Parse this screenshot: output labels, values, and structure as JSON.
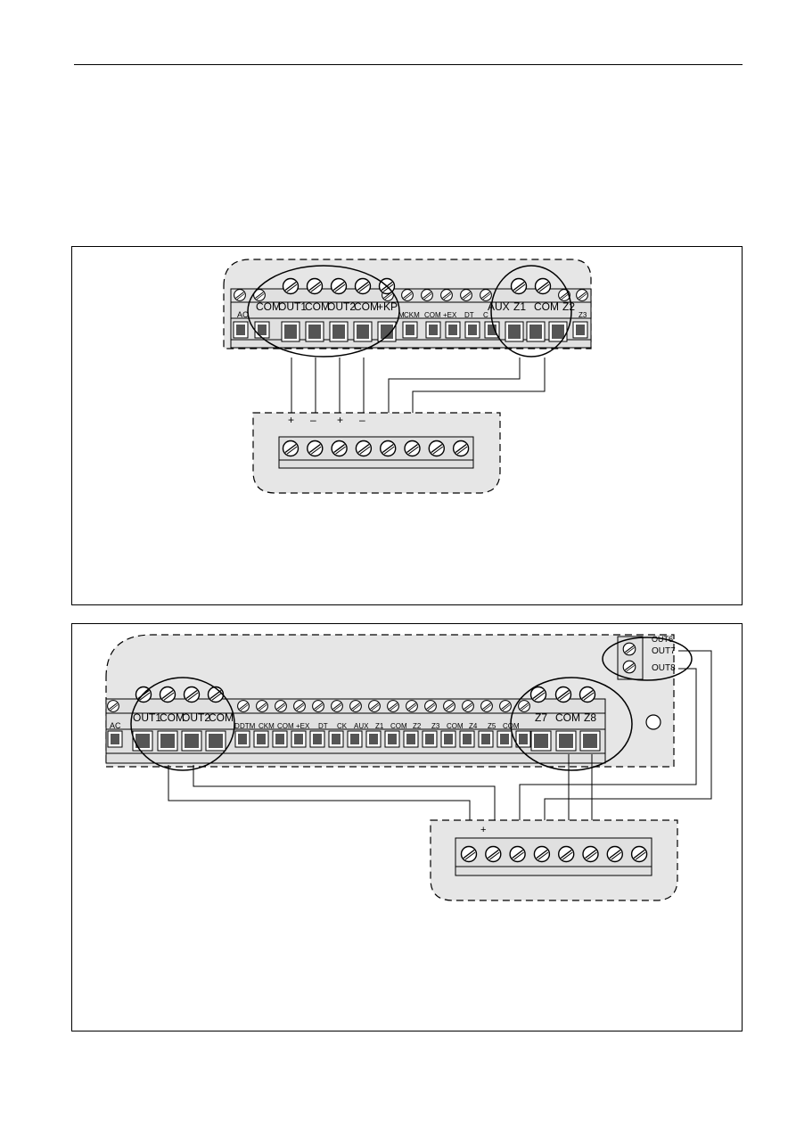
{
  "colors": {
    "panel_fill": "#e6e6e6",
    "terminal_fill": "#d9d9d9",
    "line": "#000000"
  },
  "figure1": {
    "board_labels": [
      "AC",
      "COM",
      "OUT1",
      "COM",
      "OUT2",
      "COM",
      "+KP",
      "M",
      "CKM",
      "COM",
      "+EX",
      "DT",
      "C",
      "AUX",
      "Z1",
      "COM",
      "Z2",
      "Z3"
    ],
    "device_polarity": [
      "+",
      "–",
      "+",
      "–"
    ],
    "device_terminal_count": 8
  },
  "figure2": {
    "board_labels": [
      "AC",
      "OUT1",
      "COM",
      "OUT2",
      "COM",
      "D",
      "DTM",
      "CKM",
      "COM",
      "+EX",
      "DT",
      "CK",
      "AUX",
      "Z1",
      "COM",
      "Z2",
      "Z3",
      "COM",
      "Z4",
      "Z5",
      "COM",
      "Z7",
      "COM",
      "Z8"
    ],
    "aux_labels": [
      "OUT6",
      "OUT7",
      "OUT8"
    ],
    "device_polarity": [
      "+"
    ],
    "device_terminal_count": 8
  }
}
